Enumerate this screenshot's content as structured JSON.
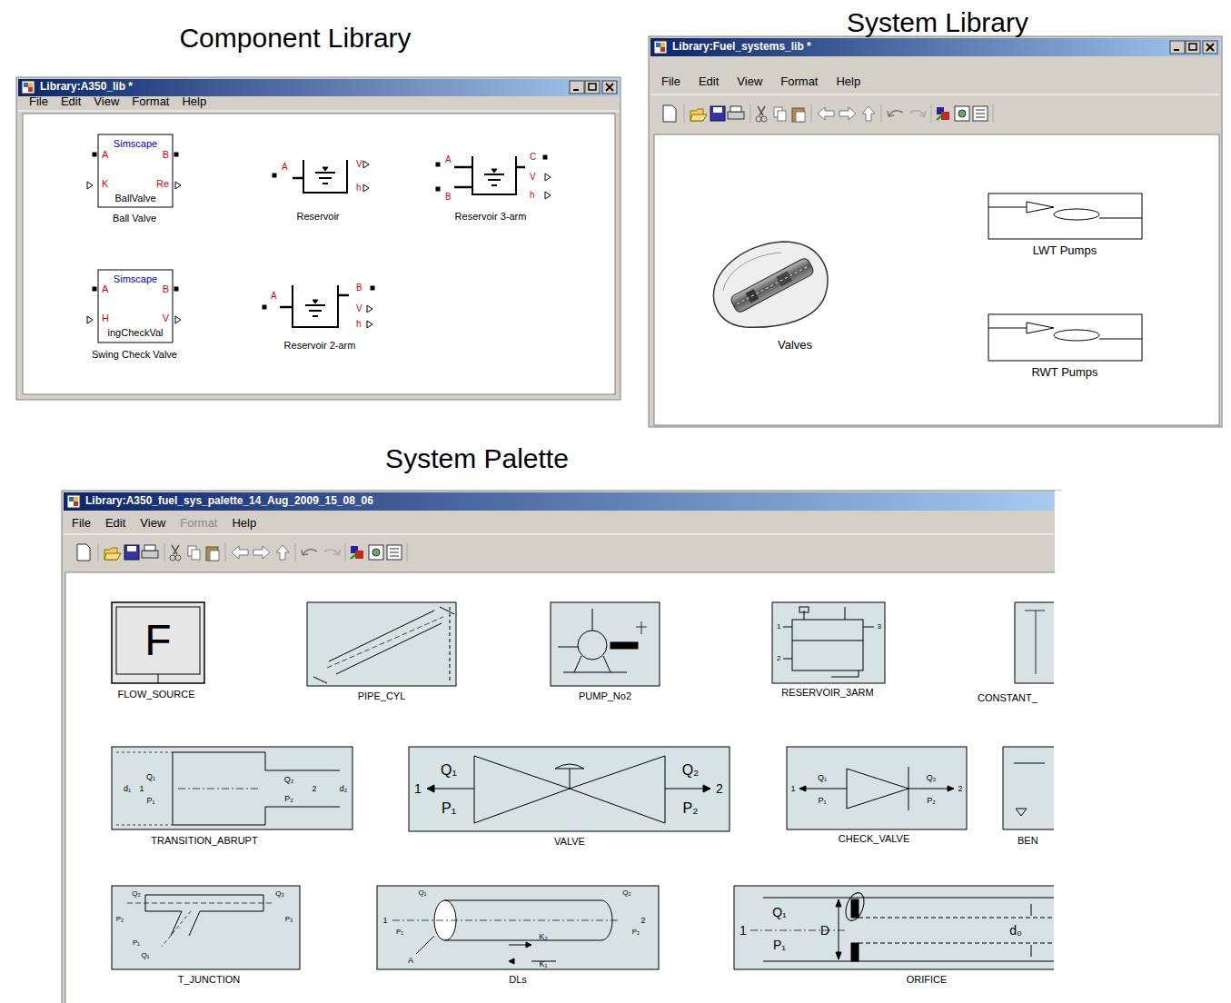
{
  "diagram": {
    "nodes": [
      {
        "text": [
          "Component Library",
          "Library:A350_lib *"
        ]
      },
      {
        "text": [
          "Simscape",
          "A",
          "B",
          "K",
          "BallValve",
          "Re",
          "Ball Valve"
        ],
        "in": 0
      },
      {
        "text": [
          "A",
          "V",
          "h",
          "Reservoir"
        ],
        "in": 0
      },
      {
        "text": [
          "A",
          "B",
          "C",
          "V",
          "h",
          "Reservoir 3-arm"
        ],
        "in": 0
      },
      {
        "text": [
          "Simscape",
          "A",
          "B",
          "H",
          "ingCheckVal",
          "V",
          "Swing Check Valve"
        ],
        "in": 0
      },
      {
        "text": [
          "A",
          "B",
          "V",
          "h",
          "Reservoir 2-arm"
        ],
        "in": 0
      },
      {
        "text": [
          "System Library",
          "Library:Fuel_systems_lib *"
        ]
      },
      {
        "text": [
          "Valves"
        ],
        "in": 6
      },
      {
        "text": [
          "LWT Pumps"
        ],
        "in": 6
      },
      {
        "text": [
          "RWT Pumps"
        ],
        "in": 6
      },
      {
        "text": [
          "System Palette",
          "Library:A350_fuel_sys_palette_14_Aug_2009_15_08_06"
        ]
      },
      {
        "text": [
          "F",
          "FLOW_SOURCE"
        ],
        "in": 10
      },
      {
        "text": [
          "PIPE_CYL"
        ],
        "in": 10
      },
      {
        "text": [
          "PUMP_No2"
        ],
        "in": 10
      },
      {
        "text": [
          "1",
          "2",
          "3",
          "RESERVOIR_3ARM"
        ],
        "in": 10
      },
      {
        "text": [
          "CONSTANT_"
        ],
        "in": 10
      },
      {
        "text": [
          "d₁",
          "1",
          "Q₁",
          "P₁",
          "Q₂",
          "2",
          "P₂",
          "d₂",
          "TRANSITION_ABRUPT"
        ],
        "in": 10
      },
      {
        "text": [
          "Q₁",
          "1",
          "P₁",
          "Q₂",
          "2",
          "P₂",
          "VALVE"
        ],
        "in": 10
      },
      {
        "text": [
          "1",
          "Q₁",
          "P₁",
          "Q₂",
          "2",
          "P₂",
          "CHECK_VALVE"
        ],
        "in": 10
      },
      {
        "text": [
          "BEN"
        ],
        "in": 10
      },
      {
        "text": [
          "Q₂",
          "P₂",
          "Q₃",
          "P₃",
          "Q₁",
          "P₁",
          "T_JUNCTION"
        ],
        "in": 10
      },
      {
        "text": [
          "Q₁",
          "1",
          "P₁",
          "A",
          "Q₂",
          "2",
          "P₂",
          "K₂",
          "K₁",
          "DLs"
        ],
        "in": 10
      },
      {
        "text": [
          "1",
          "Q₁",
          "P₁",
          "D",
          "d₀",
          "ORIFICE"
        ],
        "in": 10
      }
    ],
    "labels": [
      "File",
      "Edit",
      "View",
      "Format",
      "Help",
      "File",
      "Edit",
      "View",
      "Format",
      "Help",
      "File",
      "Edit",
      "View",
      "Format",
      "Help"
    ]
  }
}
